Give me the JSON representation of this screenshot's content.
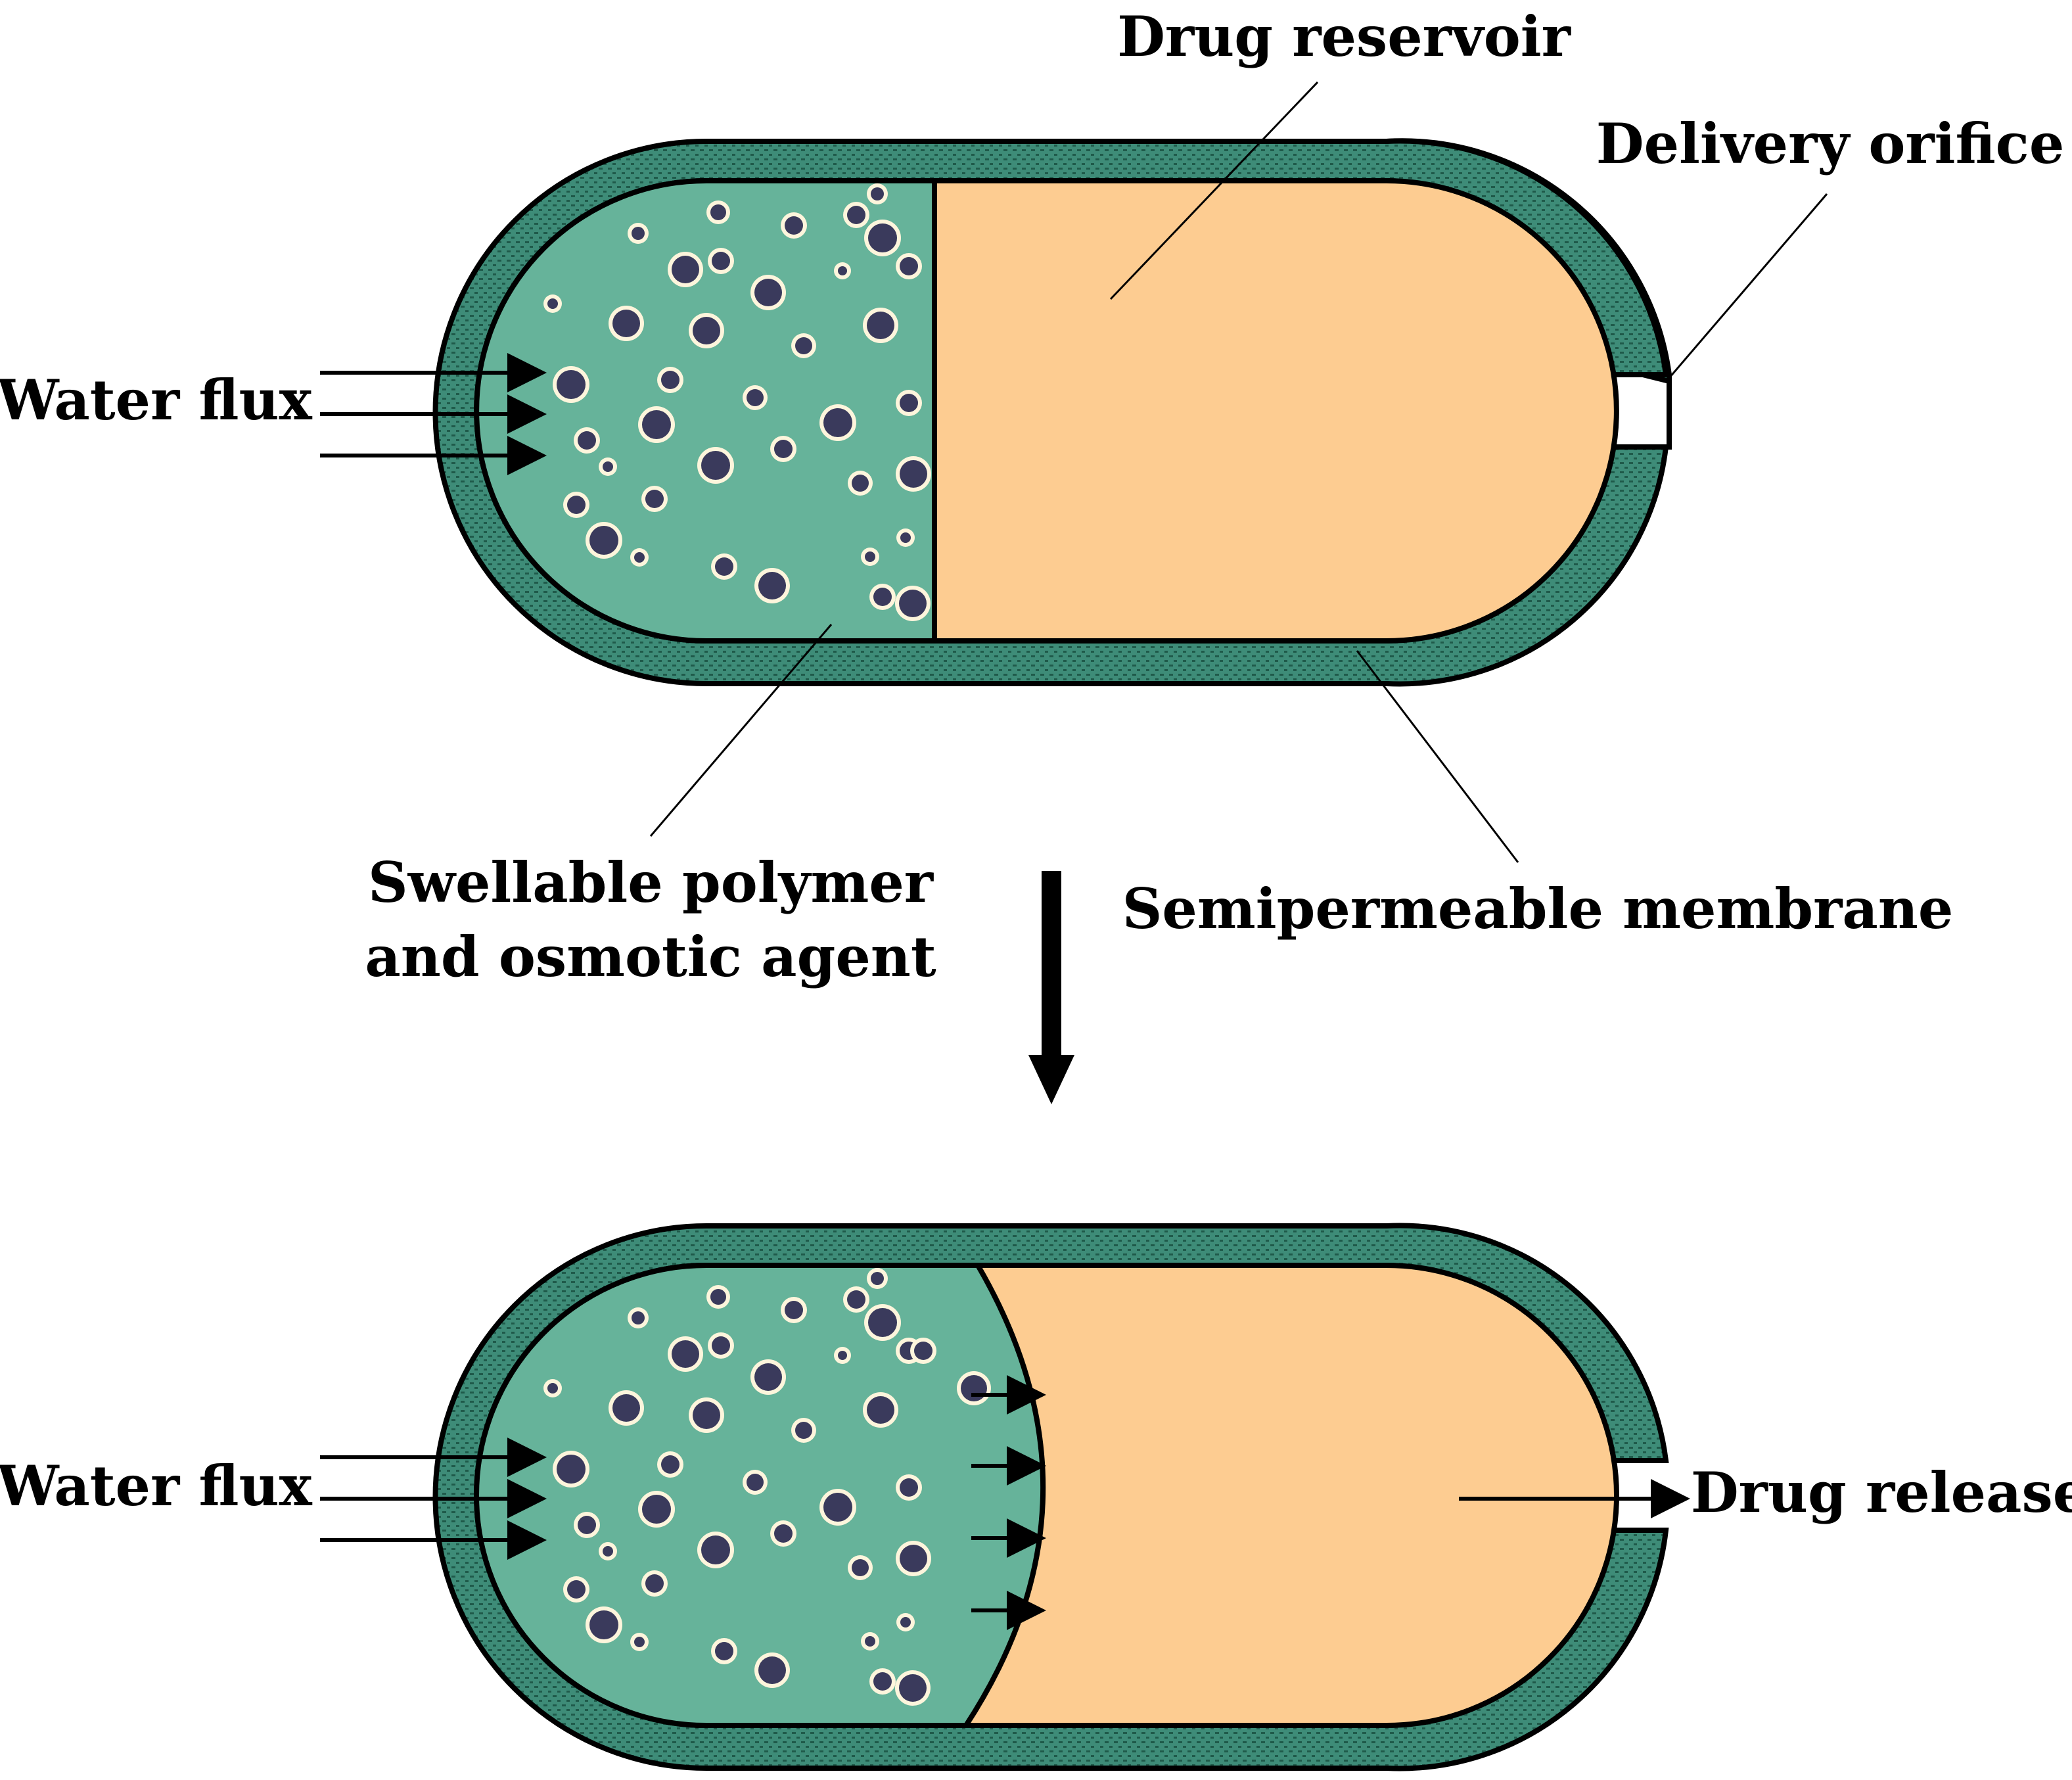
{
  "labels": {
    "drug_reservoir": "Drug reservoir",
    "delivery_orifice": "Delivery orifice",
    "water_flux_top": "Water flux",
    "swellable_line1": "Swellable polymer",
    "swellable_line2": "and osmotic agent",
    "semipermeable_membrane": "Semipermeable membrane",
    "water_flux_bottom": "Water flux",
    "drug_release": "Drug release"
  },
  "colors": {
    "membrane": "#3E8C78",
    "membrane_dots": "#1F5A4A",
    "polymer": "#66B39A",
    "reservoir": "#FDCC91",
    "particle_core": "#3A3A5C",
    "particle_ring": "#FDF5DC",
    "outline": "#000000"
  }
}
